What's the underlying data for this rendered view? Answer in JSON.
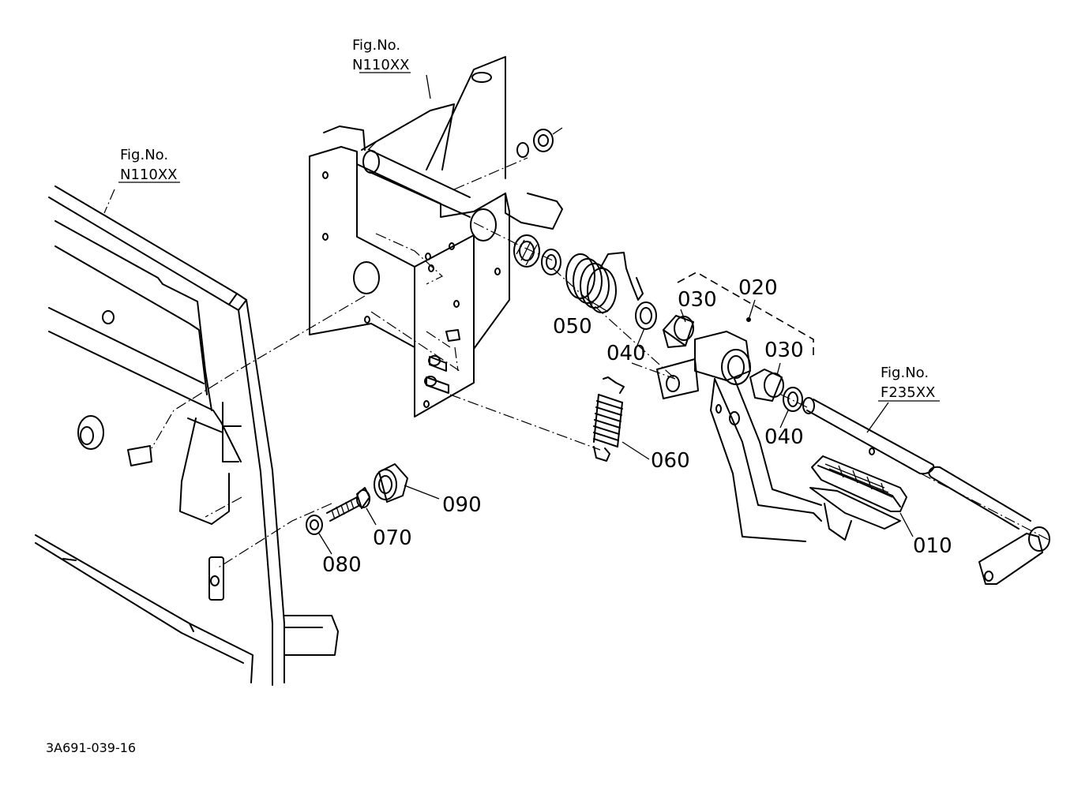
{
  "figure_refs": {
    "top": {
      "line1": "Fig.No.",
      "line2": "N110XX"
    },
    "left": {
      "line1": "Fig.No.",
      "line2": "N110XX"
    },
    "right": {
      "line1": "Fig.No.",
      "line2": "F235XX"
    }
  },
  "parts": {
    "p010": "010",
    "p020": "020",
    "p030a": "030",
    "p030b": "030",
    "p040a": "040",
    "p040b": "040",
    "p050": "050",
    "p060": "060",
    "p070": "070",
    "p080": "080",
    "p090": "090"
  },
  "drawing_code": "3A691-039-16"
}
